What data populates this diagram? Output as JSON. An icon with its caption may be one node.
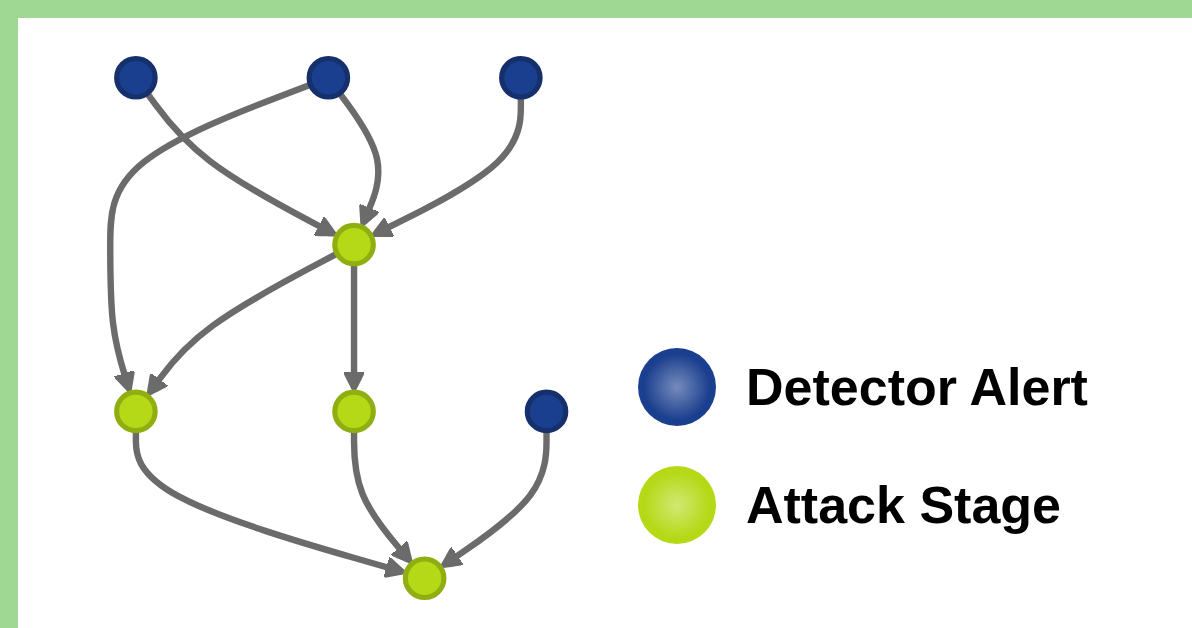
{
  "diagram": {
    "nodes": [
      {
        "text": [],
        "shape": "circle"
      },
      {
        "text": [],
        "shape": "circle"
      },
      {
        "text": [],
        "shape": "circle"
      },
      {
        "text": [],
        "shape": "circle"
      },
      {
        "text": [],
        "shape": "circle"
      },
      {
        "text": [],
        "shape": "circle"
      },
      {
        "text": [],
        "shape": "circle"
      },
      {
        "text": [],
        "shape": "circle"
      }
    ],
    "edges": [
      {
        "from": 0,
        "to": 3,
        "arrow": "to"
      },
      {
        "from": 1,
        "to": 3,
        "arrow": "to"
      },
      {
        "from": 1,
        "to": 4,
        "arrow": "to"
      },
      {
        "from": 2,
        "to": 3,
        "arrow": "to"
      },
      {
        "from": 3,
        "to": 4,
        "arrow": "to"
      },
      {
        "from": 3,
        "to": 5,
        "arrow": "to"
      },
      {
        "from": 4,
        "to": 6,
        "arrow": "to"
      },
      {
        "from": 5,
        "to": 6,
        "arrow": "to"
      },
      {
        "from": 7,
        "to": 6,
        "arrow": "to"
      }
    ],
    "legend": [
      {
        "text": "Detector Alert",
        "color": "#1b3f8f"
      },
      {
        "text": "Attack Stage",
        "color": "#b5d916"
      }
    ]
  }
}
